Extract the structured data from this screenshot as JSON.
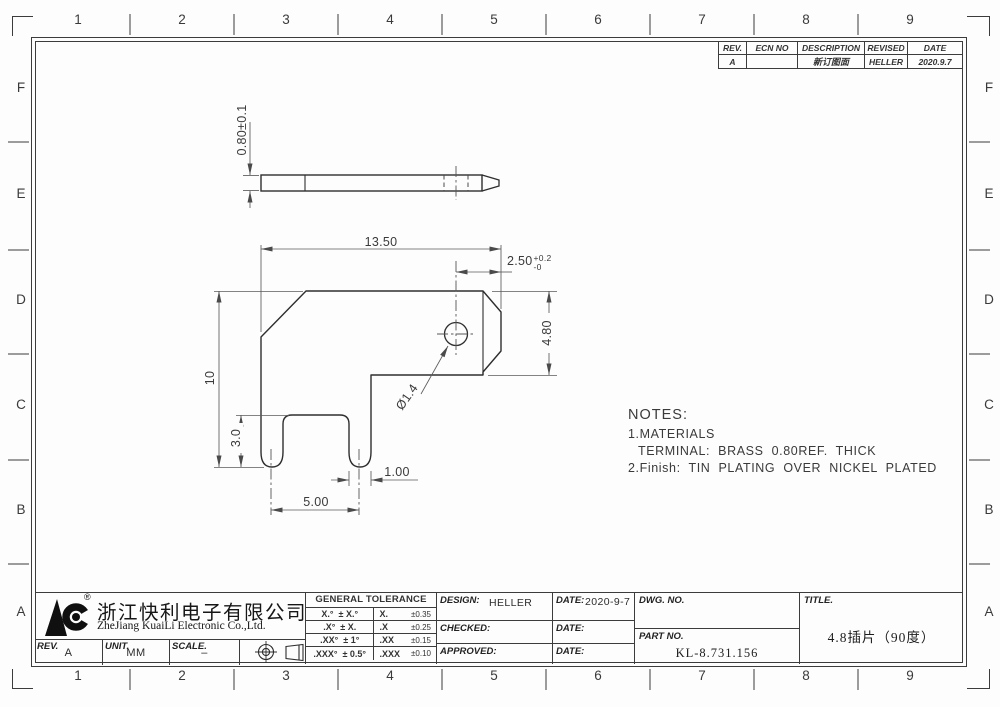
{
  "sheet": {
    "zone_columns": [
      "1",
      "2",
      "3",
      "4",
      "5",
      "6",
      "7",
      "8",
      "9"
    ],
    "zone_rows": [
      "F",
      "E",
      "D",
      "C",
      "B",
      "A"
    ]
  },
  "revision_table": {
    "headers": [
      "REV.",
      "ECN NO",
      "DESCRIPTION",
      "REVISED",
      "DATE"
    ],
    "row": {
      "rev": "A",
      "ecn_no": "",
      "description": "新订图面",
      "revised": "HELLER",
      "date": "2020.9.7"
    }
  },
  "dimensions": {
    "thickness": "0.80±0.1",
    "overall_width": "13.50",
    "tab_offset": "2.50",
    "tab_offset_tol_upper": "+0.2",
    "tab_offset_tol_lower": "-0",
    "tab_height": "4.80",
    "overall_height": "10",
    "leg_length": "3.0",
    "leg_width": "1.00",
    "leg_pitch": "5.00",
    "hole_diameter": "Ø1.4"
  },
  "notes": {
    "title": "NOTES:",
    "lines": [
      "1.MATERIALS",
      "TERMINAL: BRASS 0.80REF. THICK",
      "2.Finish: TIN PLATING OVER NICKEL PLATED"
    ]
  },
  "title_block": {
    "company_cn": "浙江快利电子有限公司",
    "company_en": "ZheJiang KuaiLi Electronic Co.,Ltd.",
    "registered_mark": "®",
    "rev_label": "REV.",
    "rev_value": "A",
    "unit_label": "UNIT.",
    "unit_value": "MM",
    "scale_label": "SCALE.",
    "scale_value": "–",
    "tolerance": {
      "title": "GENERAL TOLERANCE",
      "rows": [
        [
          "X.°",
          "± X.°",
          "X.",
          "±0.35"
        ],
        [
          ".X°",
          "± X.",
          ".X",
          "±0.25"
        ],
        [
          ".XX°",
          "± 1°",
          ".XX",
          "±0.15"
        ],
        [
          ".XXX°",
          "± 0.5°",
          ".XXX",
          "±0.10"
        ]
      ]
    },
    "design_label": "DESIGN:",
    "design_value": "HELLER",
    "design_date_label": "DATE:",
    "design_date_value": "2020-9-7",
    "checked_label": "CHECKED:",
    "checked_date_label": "DATE:",
    "approved_label": "APPROVED:",
    "approved_date_label": "DATE:",
    "dwg_no_label": "DWG. NO.",
    "part_no_label": "PART NO.",
    "part_no_value": "KL-8.731.156",
    "title_label": "TITLE.",
    "title_value": "4.8插片（90度）"
  }
}
